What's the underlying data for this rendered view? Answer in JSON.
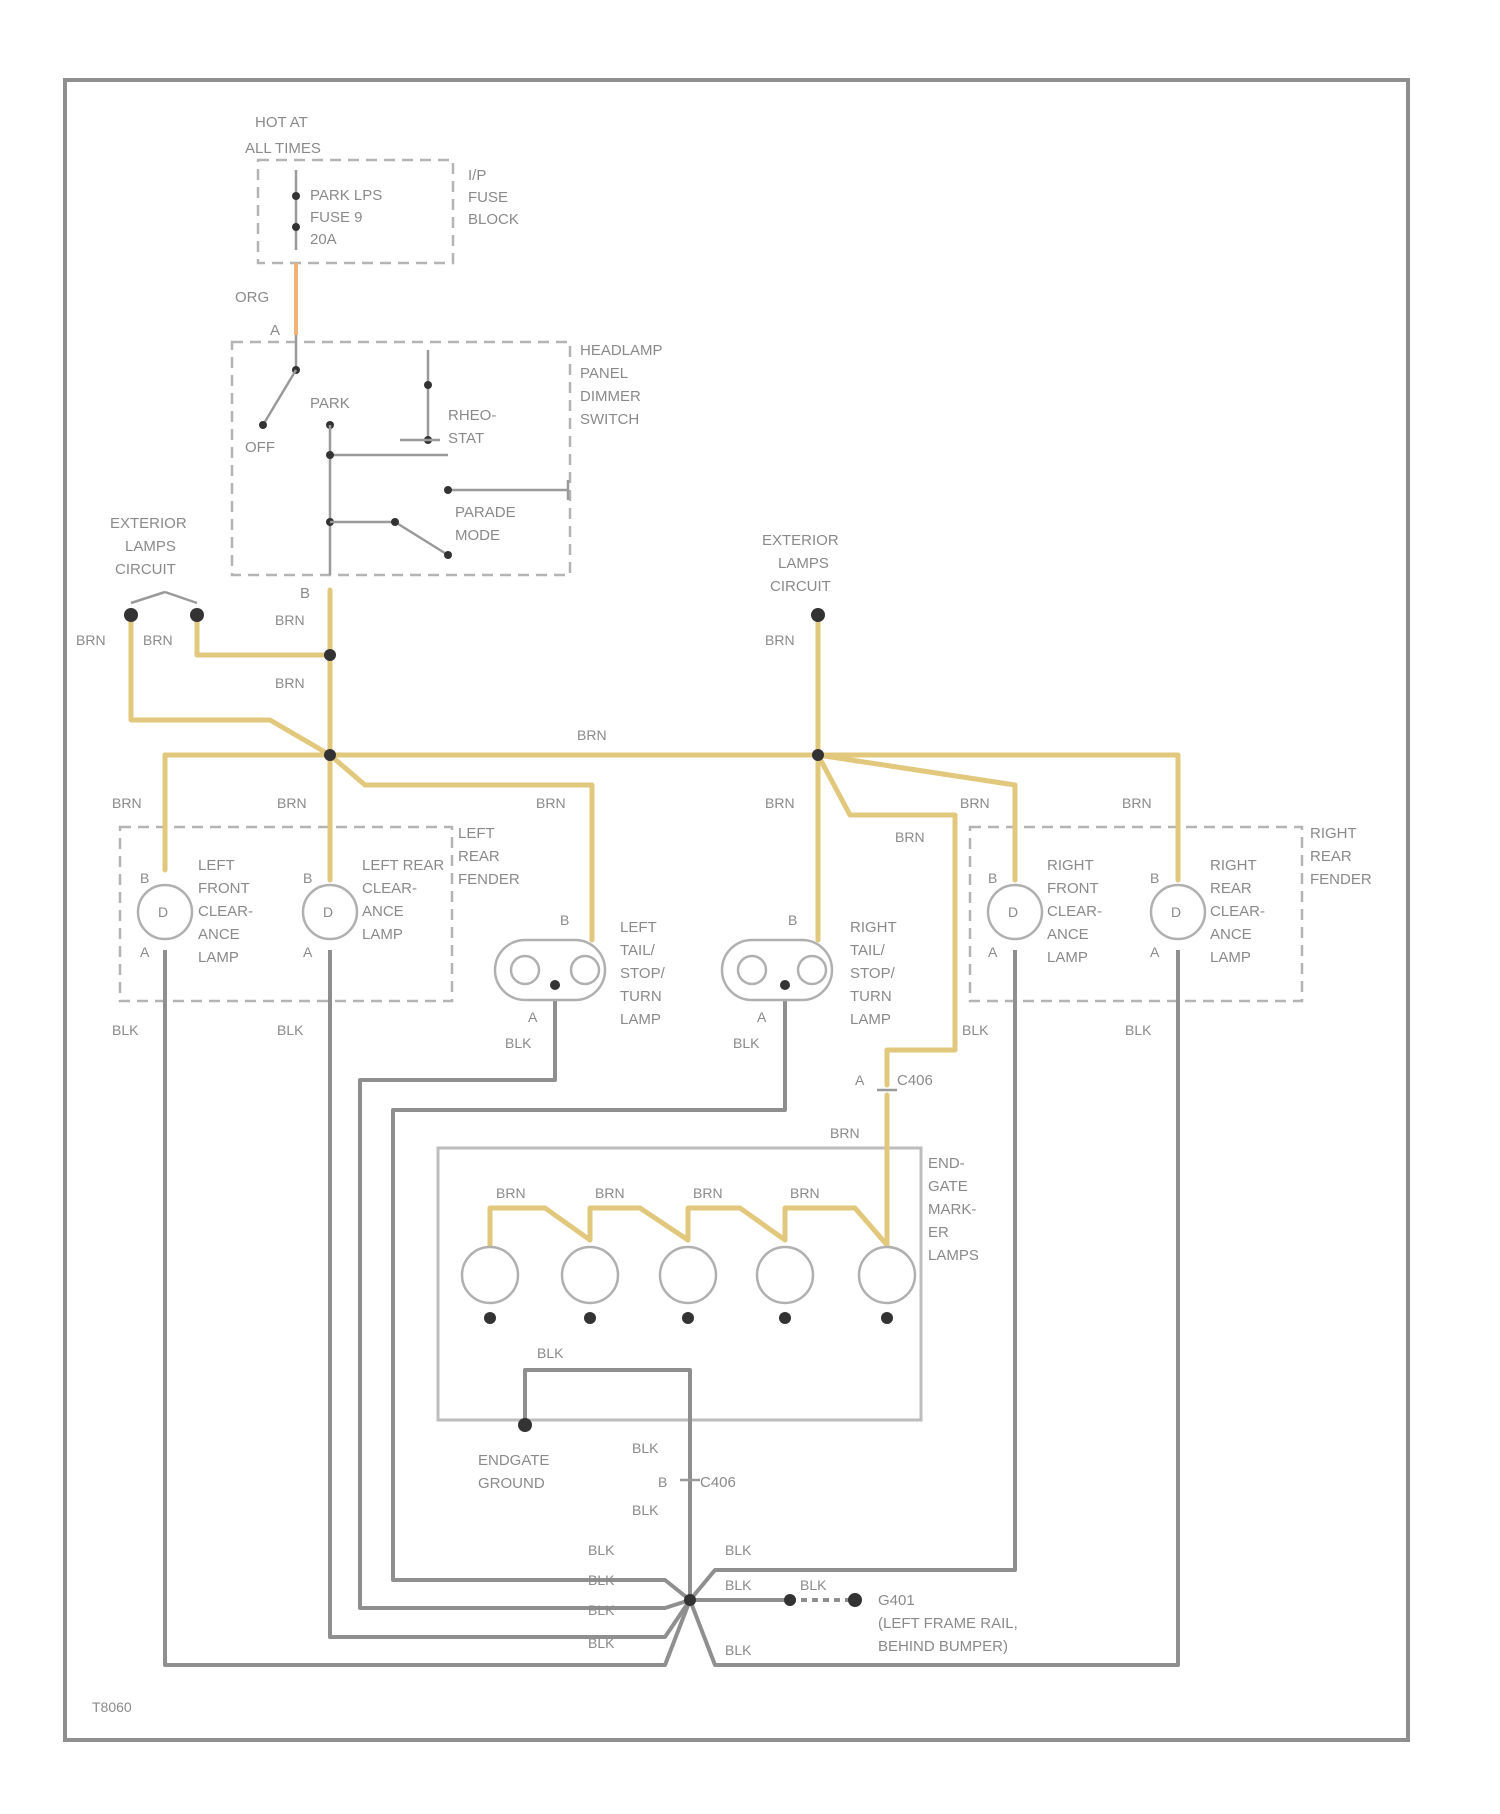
{
  "diagram": {
    "power": {
      "hot_at_all_times": [
        "HOT AT",
        "ALL TIMES"
      ],
      "fuse": [
        "PARK LPS",
        "FUSE 9",
        "20A"
      ],
      "fuse_block": [
        "I/P",
        "FUSE",
        "BLOCK"
      ],
      "wire": "ORG"
    },
    "switch": {
      "name": [
        "HEADLAMP",
        "PANEL",
        "DIMMER",
        "SWITCH"
      ],
      "terminal_top": "A",
      "terminal_bottom": "B",
      "off": "OFF",
      "park": "PARK",
      "rheostat": [
        "RHEO-",
        "STAT"
      ],
      "parade_mode": [
        "PARADE",
        "MODE"
      ]
    },
    "exterior_lamps_left": [
      "EXTERIOR",
      "LAMPS",
      "CIRCUIT"
    ],
    "exterior_lamps_right": [
      "EXTERIOR",
      "LAMPS",
      "CIRCUIT"
    ],
    "wire_brn": "BRN",
    "wire_blk": "BLK",
    "left_rear_fender": [
      "LEFT",
      "REAR",
      "FENDER"
    ],
    "right_rear_fender": [
      "RIGHT",
      "REAR",
      "FENDER"
    ],
    "lamps": {
      "left_front_clearance": [
        "LEFT",
        "FRONT",
        "CLEAR-",
        "ANCE",
        "LAMP"
      ],
      "left_rear_clearance": [
        "LEFT REAR",
        "CLEAR-",
        "ANCE",
        "LAMP"
      ],
      "left_tail": [
        "LEFT",
        "TAIL/",
        "STOP/",
        "TURN",
        "LAMP"
      ],
      "right_tail": [
        "RIGHT",
        "TAIL/",
        "STOP/",
        "TURN",
        "LAMP"
      ],
      "right_front_clearance": [
        "RIGHT",
        "FRONT",
        "CLEAR-",
        "ANCE",
        "LAMP"
      ],
      "right_rear_clearance": [
        "RIGHT",
        "REAR",
        "CLEAR-",
        "ANCE",
        "LAMP"
      ],
      "endgate_marker": [
        "END-",
        "GATE",
        "MARK-",
        "ER",
        "LAMPS"
      ]
    },
    "terminal_a": "A",
    "terminal_b": "B",
    "connector": "C406",
    "endgate_ground": [
      "ENDGATE",
      "GROUND"
    ],
    "ground": [
      "G401",
      "(LEFT FRAME RAIL,",
      "BEHIND BUMPER)"
    ],
    "figure_id": "T8060"
  }
}
